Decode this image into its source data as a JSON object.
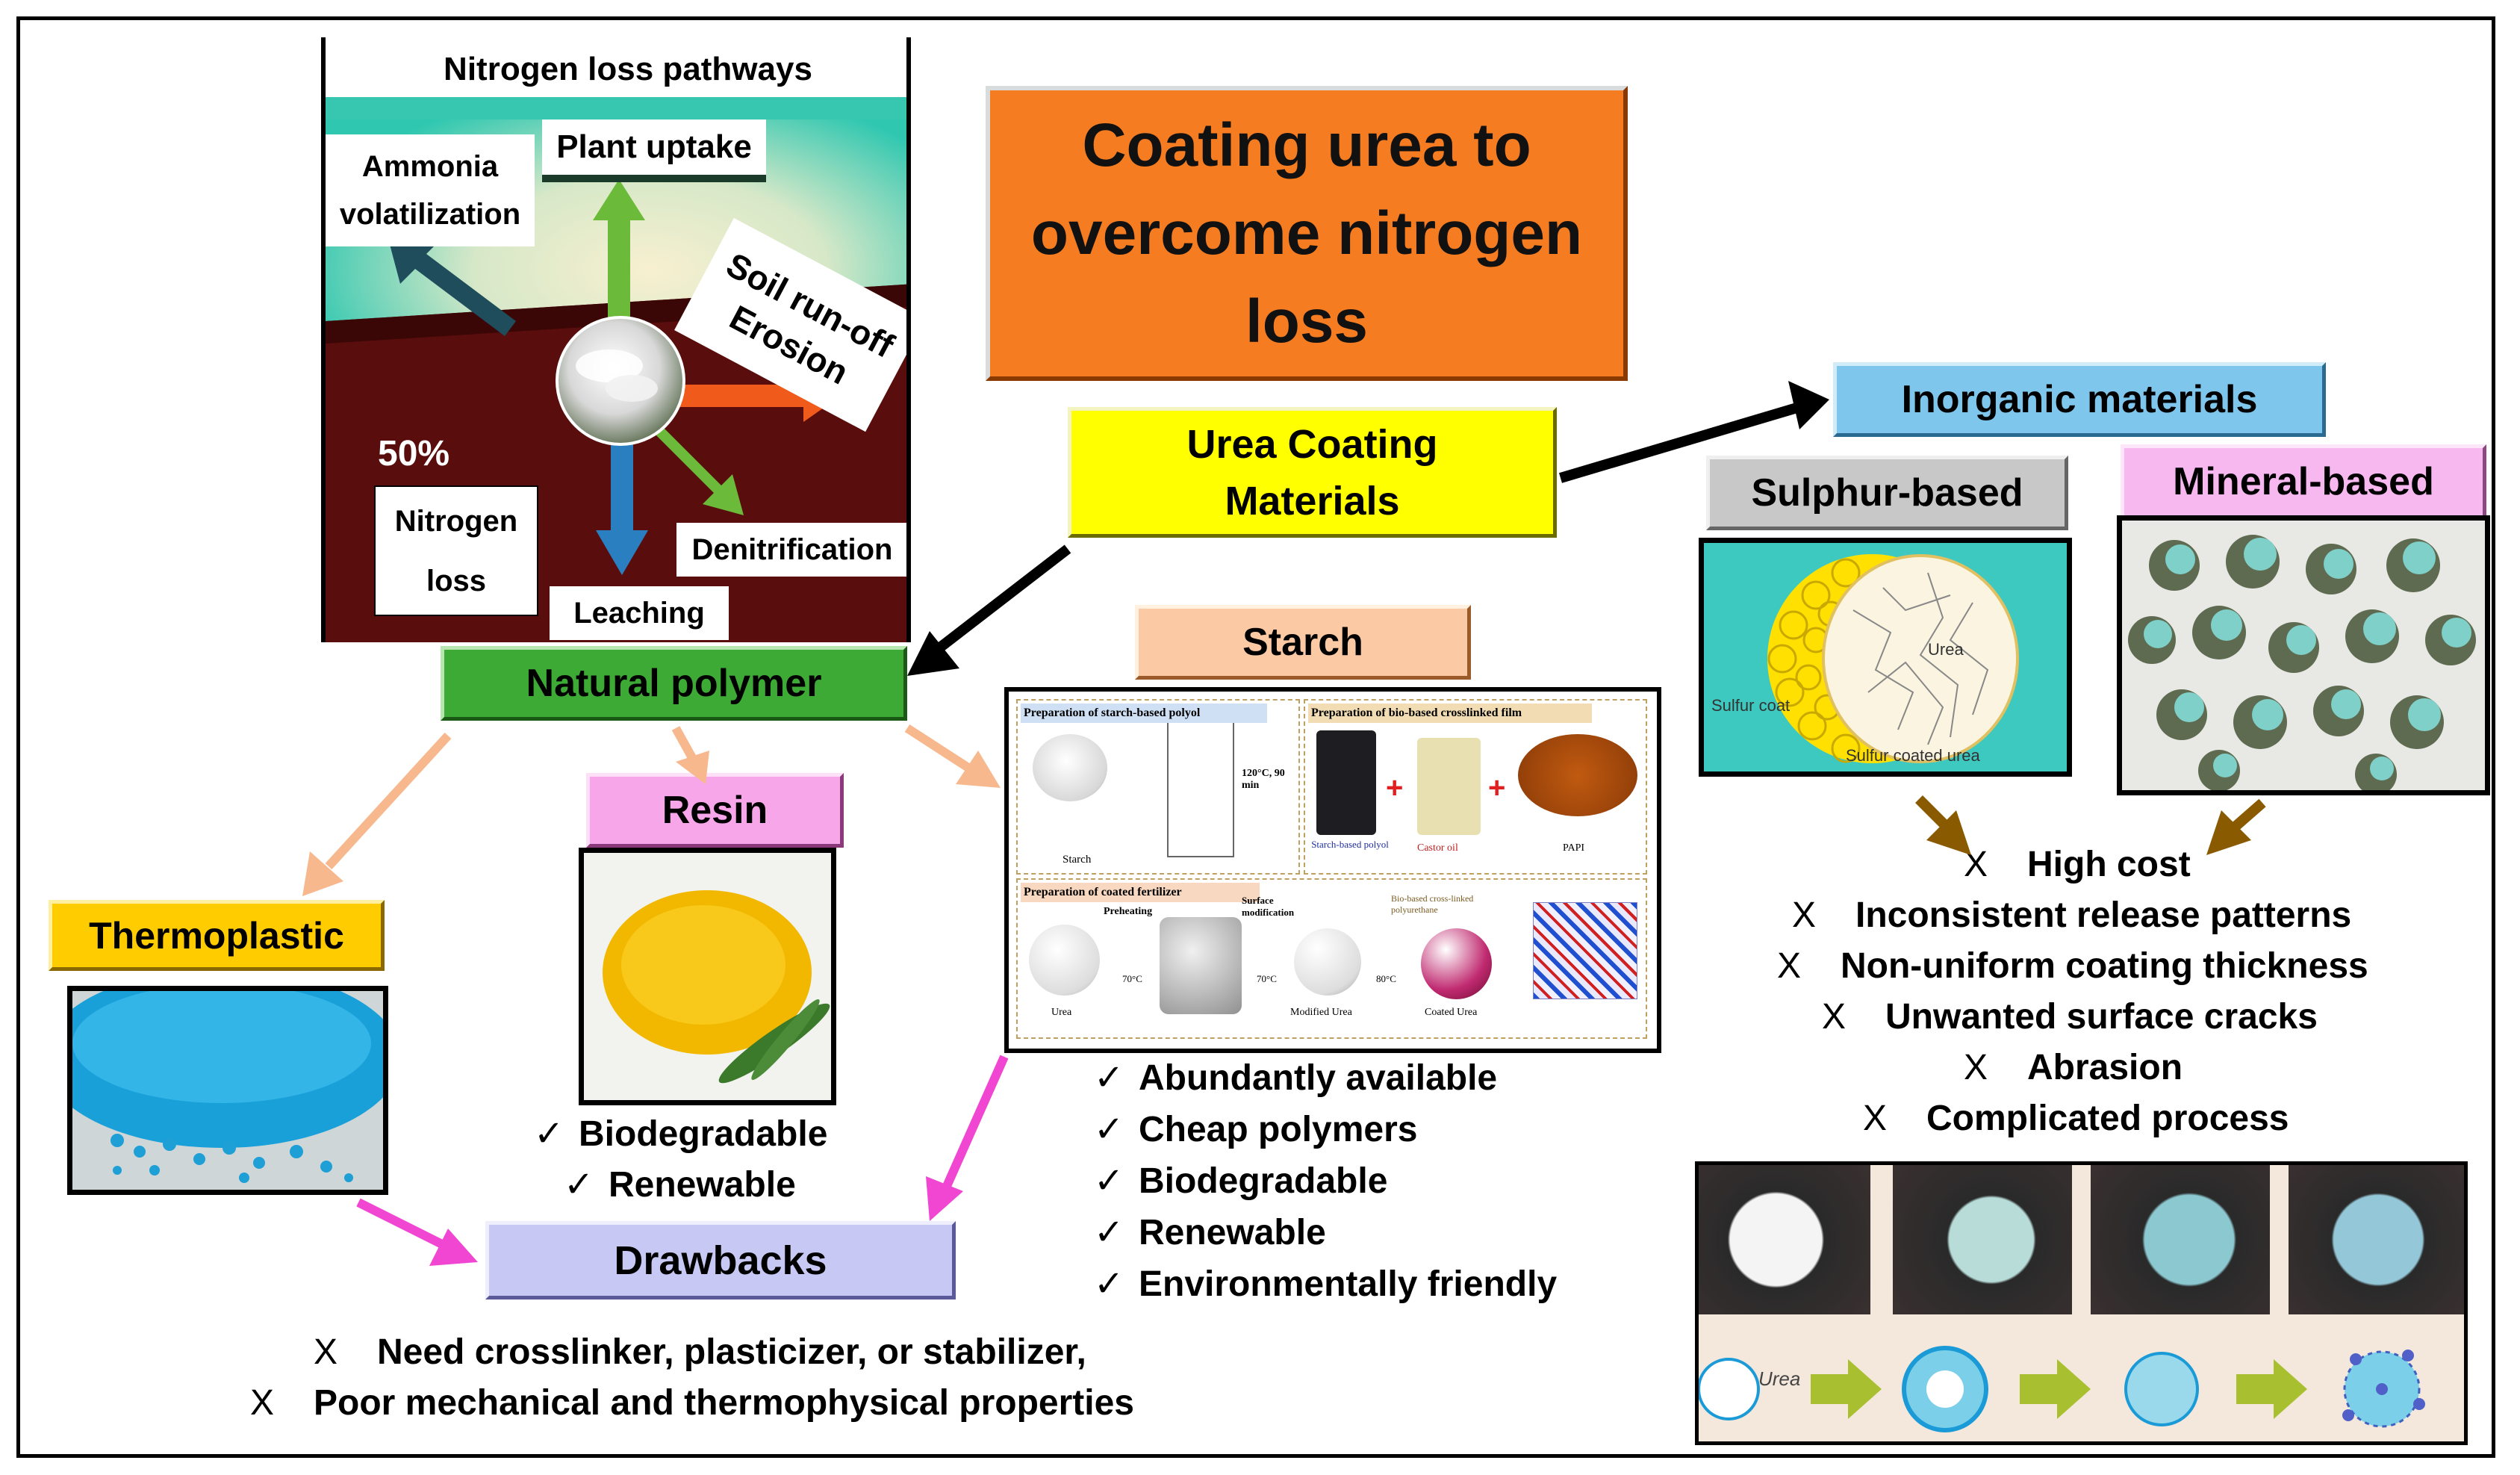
{
  "title_box": {
    "line1": "Coating urea to",
    "line2": "overcome nitrogen",
    "line3": "loss"
  },
  "pathways": {
    "heading": "Nitrogen loss pathways",
    "plant_uptake": "Plant uptake",
    "ammonia_line1": "Ammonia",
    "ammonia_line2": "volatilization",
    "soil_runoff_line1": "Soil run-off",
    "soil_runoff_line2": "Erosion",
    "percent": "50%",
    "nitrogen_loss_line1": "Nitrogen",
    "nitrogen_loss_line2": "loss",
    "leaching": "Leaching",
    "denitrification": "Denitrification"
  },
  "urea_coating": {
    "line1": "Urea Coating",
    "line2": "Materials"
  },
  "natural_polymer": "Natural polymer",
  "inorganic": "Inorganic materials",
  "sulphur": {
    "label": "Sulphur-based",
    "inner_label": "Urea",
    "coat_label": "Sulfur coat",
    "caption": "Sulfur coated urea"
  },
  "mineral": {
    "label": "Mineral-based"
  },
  "thermoplastic": "Thermoplastic",
  "resin": {
    "label": "Resin",
    "advantages": [
      "Biodegradable",
      "Renewable"
    ]
  },
  "starch": {
    "label": "Starch",
    "scheme": {
      "panel1": "Preparation of starch-based polyol",
      "panel2": "Preparation of bio-based crosslinked film",
      "panel3": "Preparation of coated fertilizer",
      "starch": "Starch",
      "conditions": "120°C, 90 min",
      "polyol": "Starch-based polyol",
      "castor": "Castor oil",
      "papi": "PAPI",
      "preheating": "Preheating",
      "temp1": "70°C",
      "surface_mod": "Surface modification",
      "temp2": "70°C",
      "temp3": "80°C",
      "biobased": "Bio-based cross-linked polyurethane",
      "urea": "Urea",
      "modified_urea": "Modified Urea",
      "coated_urea": "Coated Urea"
    },
    "advantages": [
      "Abundantly available",
      "Cheap polymers",
      "Biodegradable",
      "Renewable",
      "Environmentally friendly"
    ]
  },
  "drawbacks": {
    "label": "Drawbacks",
    "items": [
      "Need crosslinker, plasticizer, or stabilizer,",
      "Poor mechanical and thermophysical properties"
    ]
  },
  "inorganic_drawbacks": [
    "High cost",
    "Inconsistent release patterns",
    "Non-uniform coating thickness",
    "Unwanted  surface cracks",
    "Abrasion",
    "Complicated process"
  ],
  "release_panel": {
    "label": "Urea"
  },
  "marks": {
    "check": "✓",
    "cross": "X"
  },
  "colors": {
    "title_bg": "#f57c20",
    "urea_coating_bg": "#ffff00",
    "natural_polymer_bg": "#3daa35",
    "inorganic_bg": "#7ec6ec",
    "sulphur_bg": "#c8c8c8",
    "mineral_bg": "#f7b8f0",
    "thermoplastic_bg": "#ffcc00",
    "resin_bg": "#f7a6e9",
    "starch_bg": "#fbcaa5",
    "drawbacks_bg": "#c8c8f5",
    "peach_arrow": "#f7b88e",
    "magenta_arrow": "#f046d2",
    "brown_arrow": "#8a5a00"
  }
}
